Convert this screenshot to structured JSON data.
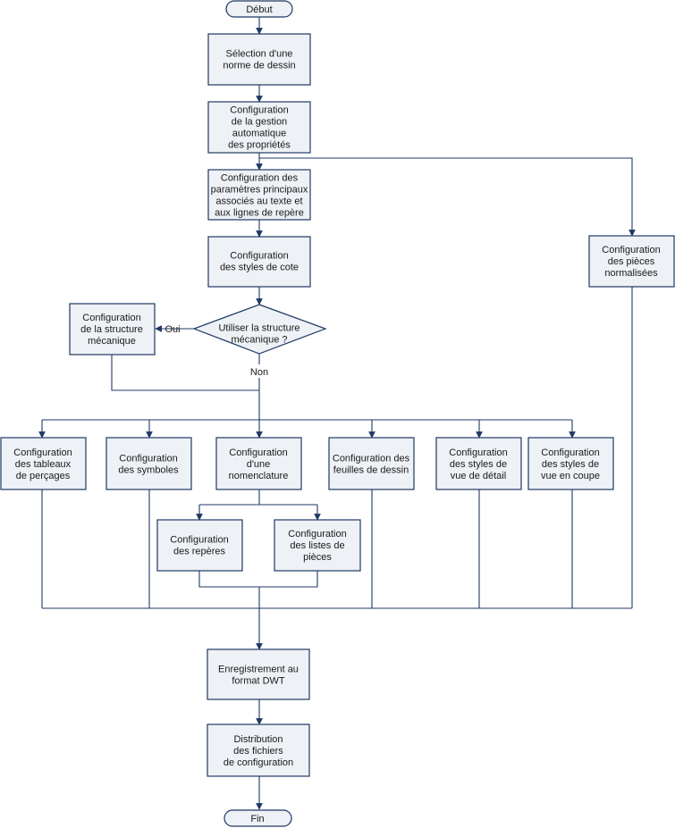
{
  "nodes": {
    "start": [
      "Début"
    ],
    "n1": [
      "Sélection d'une",
      "norme de dessin"
    ],
    "n2": [
      "Configuration",
      "de la gestion",
      "automatique",
      "des propriétés"
    ],
    "n3": [
      "Configuration des",
      "paramètres principaux",
      "associés au texte et",
      "aux lignes de repère"
    ],
    "n4": [
      "Configuration",
      "des styles de cote"
    ],
    "std": [
      "Configuration",
      "des pièces",
      "normalisées"
    ],
    "decision": [
      "Utiliser la structure",
      "mécanique ?"
    ],
    "mech": [
      "Configuration",
      "de la structure",
      "mécanique"
    ],
    "c1": [
      "Configuration",
      "des tableaux",
      "de perçages"
    ],
    "c2": [
      "Configuration",
      "des symboles"
    ],
    "c3": [
      "Configuration",
      "d'une",
      "nomenclature"
    ],
    "c4": [
      "Configuration des",
      "feuilles de dessin"
    ],
    "c5": [
      "Configuration",
      "des styles de",
      "vue de détail"
    ],
    "c6": [
      "Configuration",
      "des styles de",
      "vue en coupe"
    ],
    "s1": [
      "Configuration",
      "des repères"
    ],
    "s2": [
      "Configuration",
      "des listes de",
      "pièces"
    ],
    "save": [
      "Enregistrement au",
      "format DWT"
    ],
    "dist": [
      "Distribution",
      "des fichiers",
      "de configuration"
    ],
    "end": [
      "Fin"
    ]
  },
  "labels": {
    "yes": "Oui",
    "no": "Non"
  },
  "colors": {
    "stroke": "#1f3864",
    "fill": "#eef1f5",
    "text": "#1a1a1a"
  }
}
